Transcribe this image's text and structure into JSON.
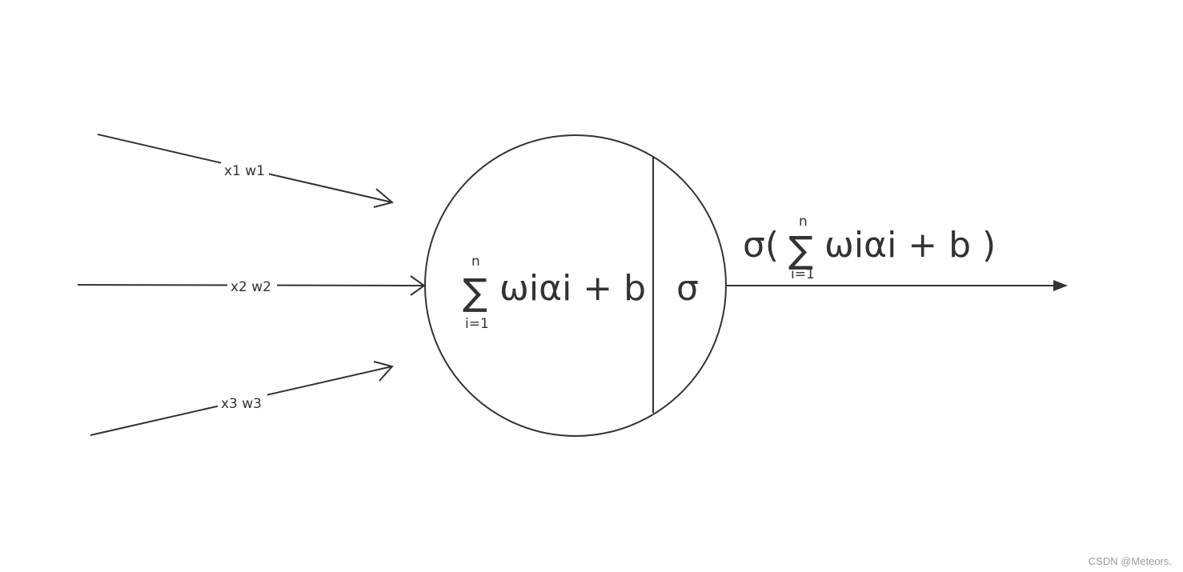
{
  "inputs": [
    {
      "label": "x1 w1"
    },
    {
      "label": "x2 w2"
    },
    {
      "label": "x3 w3"
    }
  ],
  "neuron": {
    "sum_symbol": "∑",
    "sum_upper": "n",
    "sum_lower": "i=1",
    "sum_body": "ωiαi + b",
    "activation": "σ"
  },
  "output": {
    "prefix": "σ(",
    "sum_symbol": "∑",
    "sum_upper": "n",
    "sum_lower": "i=1",
    "body": "ωiαi + b )"
  },
  "watermark": "CSDN @Meteors.",
  "colors": {
    "stroke": "#333333",
    "background": "#ffffff",
    "watermark": "#9a9a9a"
  }
}
